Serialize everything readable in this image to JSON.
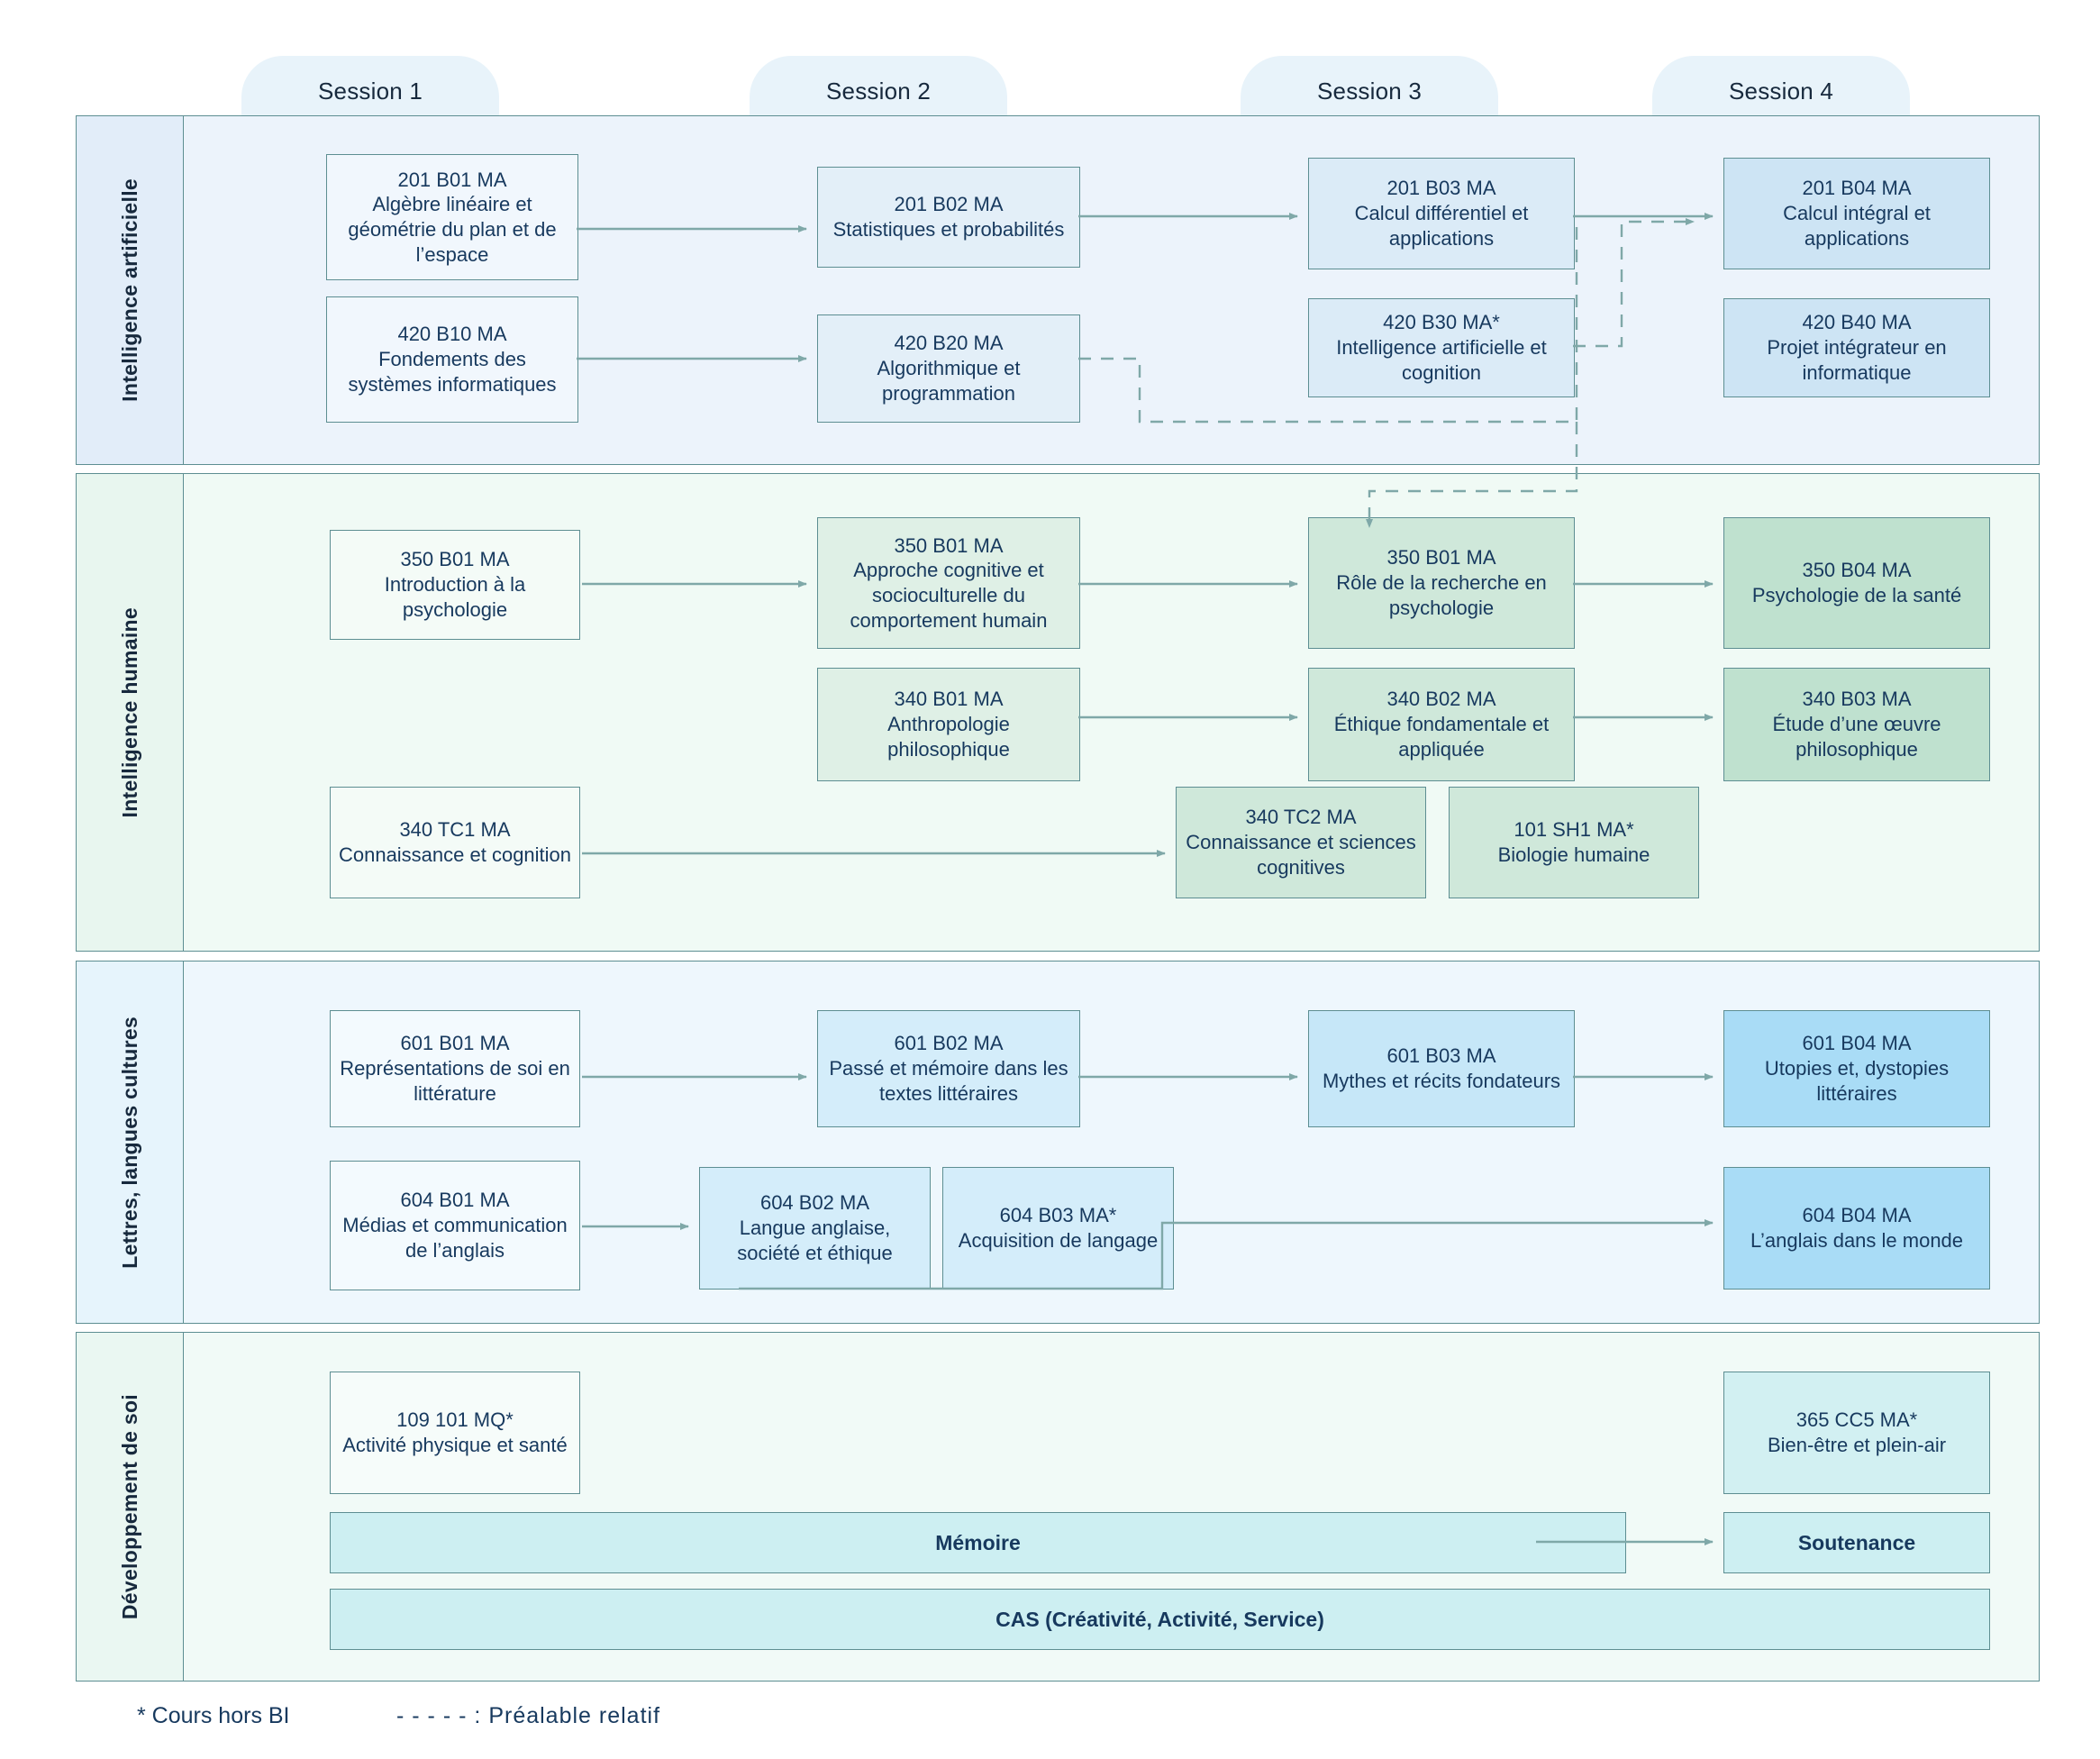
{
  "sessions": [
    {
      "label": "Session 1"
    },
    {
      "label": "Session 2"
    },
    {
      "label": "Session 3"
    },
    {
      "label": "Session 4"
    }
  ],
  "bands": [
    {
      "id": "ai",
      "label": "Intelligence artificielle",
      "courses": [
        {
          "code": "201 B01 MA",
          "title": "Algèbre linéaire et géométrie du plan et de l’espace",
          "session": 1
        },
        {
          "code": "420 B10 MA",
          "title": "Fondements des systèmes informatiques",
          "session": 1
        },
        {
          "code": "201 B02 MA",
          "title": "Statistiques et probabilités",
          "session": 2
        },
        {
          "code": "420 B20 MA",
          "title": "Algorithmique et programmation",
          "session": 2
        },
        {
          "code": "201 B03 MA",
          "title": "Calcul différentiel et applications",
          "session": 3
        },
        {
          "code": "420 B30 MA*",
          "title": "Intelligence artificielle et cognition",
          "session": 3
        },
        {
          "code": "201 B04 MA",
          "title": "Calcul intégral et applications",
          "session": 4
        },
        {
          "code": "420 B40 MA",
          "title": "Projet intégrateur en informatique",
          "session": 4
        }
      ]
    },
    {
      "id": "ih",
      "label": "Intelligence humaine",
      "courses": [
        {
          "code": "350 B01 MA",
          "title": "Introduction à la psychologie",
          "session": 1
        },
        {
          "code": "340 TC1 MA",
          "title": "Connaissance et cognition",
          "session": 1
        },
        {
          "code": "350 B01 MA",
          "title": "Approche cognitive et socioculturelle du comportement humain",
          "session": 2
        },
        {
          "code": "340 B01 MA",
          "title": "Anthropologie philosophique",
          "session": 2
        },
        {
          "code": "350 B01 MA",
          "title": "Rôle de la recherche en psychologie",
          "session": 3
        },
        {
          "code": "340 B02 MA",
          "title": "Éthique fondamentale et appliquée",
          "session": 3
        },
        {
          "code": "340 TC2 MA",
          "title": "Connaissance et sciences cognitives",
          "session": 3
        },
        {
          "code": "101 SH1 MA*",
          "title": "Biologie humaine",
          "session": 3
        },
        {
          "code": "350 B04 MA",
          "title": "Psychologie de la santé",
          "session": 4
        },
        {
          "code": "340 B03 MA",
          "title": "Étude d’une œuvre philosophique",
          "session": 4
        }
      ]
    },
    {
      "id": "ll",
      "label": "Lettres, langues cultures",
      "courses": [
        {
          "code": "601 B01 MA",
          "title": "Représentations de soi en littérature",
          "session": 1
        },
        {
          "code": "604 B01 MA",
          "title": "Médias et communication de l’anglais",
          "session": 1
        },
        {
          "code": "601 B02 MA",
          "title": "Passé et mémoire dans les textes littéraires",
          "session": 2
        },
        {
          "code": "604 B02 MA",
          "title": "Langue anglaise, société et éthique",
          "session": 2
        },
        {
          "code": "604 B03 MA*",
          "title": "Acquisition de langage",
          "session": 2
        },
        {
          "code": "601 B03 MA",
          "title": "Mythes et récits fondateurs",
          "session": 3
        },
        {
          "code": "601 B04 MA",
          "title": "Utopies et, dystopies littéraires",
          "session": 4
        },
        {
          "code": "604 B04 MA",
          "title": "L’anglais dans le monde",
          "session": 4
        }
      ]
    },
    {
      "id": "ds",
      "label": "Développement de soi",
      "courses": [
        {
          "code": "109 101 MQ*",
          "title": "Activité physique et santé",
          "session": 1
        },
        {
          "code": "365 CC5 MA*",
          "title": "Bien-être et plein-air",
          "session": 4
        }
      ],
      "bars": [
        {
          "label": "Mémoire"
        },
        {
          "label": "Soutenance"
        },
        {
          "label": "CAS (Créativité, Activité, Service)"
        }
      ]
    }
  ],
  "legend": {
    "hors_bi": "* Cours hors BI",
    "dashes": "- - - - -",
    "prealable": ": Préalable relatif"
  },
  "colors": {
    "border": "#5d8e92",
    "text": "#17395e",
    "connector": "#7fa8a8",
    "session_pill": "#e8f3fa"
  }
}
